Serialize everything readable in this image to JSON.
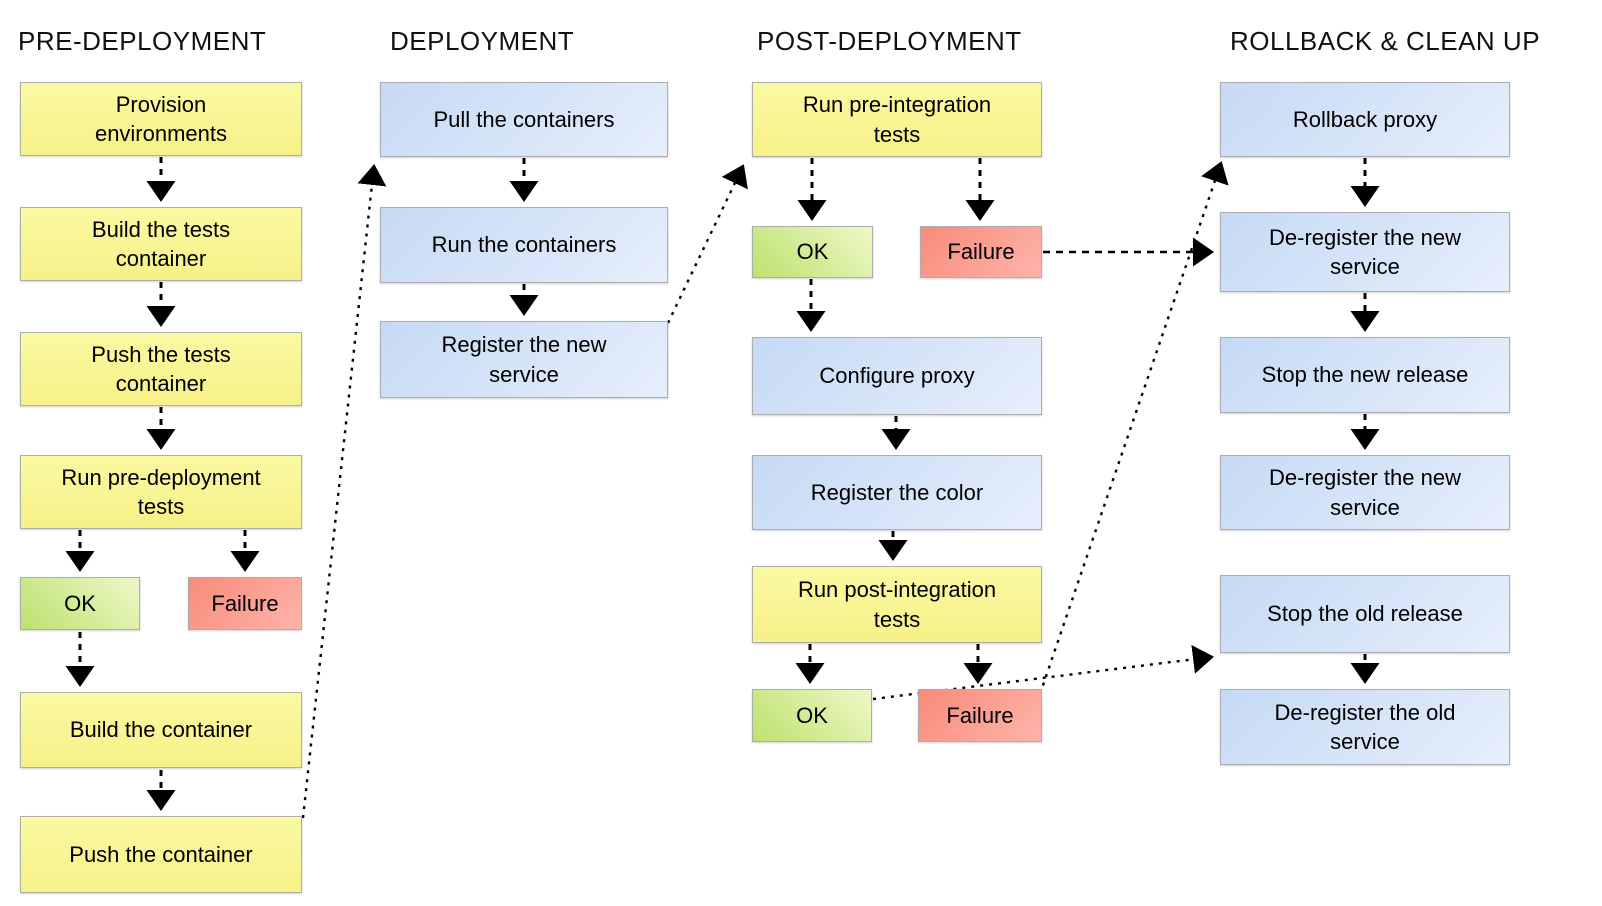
{
  "palette": {
    "background": "#ffffff",
    "text": "#000000",
    "arrow": "#000000",
    "border": "#adadad",
    "yellow_top": "#fbf9a2",
    "yellow_bottom": "#f6f188",
    "blue_dark": "#c6d9f4",
    "blue_light": "#e6effc",
    "green_dark": "#bce26e",
    "green_light": "#eef8c8",
    "red_dark": "#f98a7a",
    "red_light": "#fcb5aa"
  },
  "columns": [
    {
      "title": "PRE-DEPLOYMENT",
      "nodes": [
        {
          "label": "Provision\nenvironments",
          "color": "yellow"
        },
        {
          "label": "Build the tests\ncontainer",
          "color": "yellow"
        },
        {
          "label": "Push the tests\ncontainer",
          "color": "yellow"
        },
        {
          "label": "Run pre-deployment\ntests",
          "color": "yellow"
        },
        {
          "label": "OK",
          "color": "green"
        },
        {
          "label": "Failure",
          "color": "red"
        },
        {
          "label": "Build the container",
          "color": "yellow"
        },
        {
          "label": "Push the container",
          "color": "yellow"
        }
      ]
    },
    {
      "title": "DEPLOYMENT",
      "nodes": [
        {
          "label": "Pull the containers",
          "color": "blue"
        },
        {
          "label": "Run the containers",
          "color": "blue"
        },
        {
          "label": "Register the new\nservice",
          "color": "blue"
        }
      ]
    },
    {
      "title": "POST-DEPLOYMENT",
      "nodes": [
        {
          "label": "Run pre-integration\ntests",
          "color": "yellow"
        },
        {
          "label": "OK",
          "color": "green"
        },
        {
          "label": "Failure",
          "color": "red"
        },
        {
          "label": "Configure proxy",
          "color": "blue"
        },
        {
          "label": "Register the color",
          "color": "blue"
        },
        {
          "label": "Run post-integration\ntests",
          "color": "yellow"
        },
        {
          "label": "OK",
          "color": "green"
        },
        {
          "label": "Failure",
          "color": "red"
        }
      ]
    },
    {
      "title": "ROLLBACK & CLEAN UP",
      "nodes": [
        {
          "label": "Rollback proxy",
          "color": "blue"
        },
        {
          "label": "De-register the new\nservice",
          "color": "blue"
        },
        {
          "label": "Stop the new release",
          "color": "blue"
        },
        {
          "label": "De-register the new\nservice",
          "color": "blue"
        },
        {
          "label": "Stop the old release",
          "color": "blue"
        },
        {
          "label": "De-register the old\nservice",
          "color": "blue"
        }
      ]
    }
  ],
  "edges": [
    {
      "from": "Provision environments",
      "to": "Build the tests container",
      "style": "dashed-arrow"
    },
    {
      "from": "Build the tests container",
      "to": "Push the tests container",
      "style": "dashed-arrow"
    },
    {
      "from": "Push the tests container",
      "to": "Run pre-deployment tests",
      "style": "dashed-arrow"
    },
    {
      "from": "Run pre-deployment tests",
      "to": "OK (pre-deployment)",
      "style": "dashed-arrow"
    },
    {
      "from": "Run pre-deployment tests",
      "to": "Failure (pre-deployment)",
      "style": "dashed-arrow"
    },
    {
      "from": "OK (pre-deployment)",
      "to": "Build the container",
      "style": "dashed-arrow"
    },
    {
      "from": "Build the container",
      "to": "Push the container",
      "style": "dashed-arrow"
    },
    {
      "from": "Push the container",
      "to": "Pull the containers",
      "style": "dotted-arrow"
    },
    {
      "from": "Pull the containers",
      "to": "Run the containers",
      "style": "dashed-arrow"
    },
    {
      "from": "Run the containers",
      "to": "Register the new service",
      "style": "dashed-arrow"
    },
    {
      "from": "Register the new service",
      "to": "Run pre-integration tests",
      "style": "dotted-arrow"
    },
    {
      "from": "Run pre-integration tests",
      "to": "OK (pre-integration)",
      "style": "dashed-arrow"
    },
    {
      "from": "Run pre-integration tests",
      "to": "Failure (pre-integration)",
      "style": "dashed-arrow"
    },
    {
      "from": "Failure (pre-integration)",
      "to": "De-register the new service (rollback)",
      "style": "dotted-arrow"
    },
    {
      "from": "OK (pre-integration)",
      "to": "Configure proxy",
      "style": "dashed-arrow"
    },
    {
      "from": "Configure proxy",
      "to": "Register the color",
      "style": "dashed-arrow"
    },
    {
      "from": "Register the color",
      "to": "Run post-integration tests",
      "style": "dashed-arrow"
    },
    {
      "from": "Run post-integration tests",
      "to": "OK (post-integration)",
      "style": "dashed-arrow"
    },
    {
      "from": "Run post-integration tests",
      "to": "Failure (post-integration)",
      "style": "dashed-arrow"
    },
    {
      "from": "OK (post-integration)",
      "to": "Stop the old release",
      "style": "dotted-arrow"
    },
    {
      "from": "Failure (post-integration)",
      "to": "Rollback proxy",
      "style": "dotted-arrow"
    },
    {
      "from": "Rollback proxy",
      "to": "De-register the new service (rollback)",
      "style": "dashed-arrow"
    },
    {
      "from": "De-register the new service (rollback)",
      "to": "Stop the new release",
      "style": "dashed-arrow"
    },
    {
      "from": "Stop the new release",
      "to": "De-register the new service (cleanup)",
      "style": "dashed-arrow"
    },
    {
      "from": "Stop the old release",
      "to": "De-register the old service",
      "style": "dashed-arrow"
    }
  ]
}
